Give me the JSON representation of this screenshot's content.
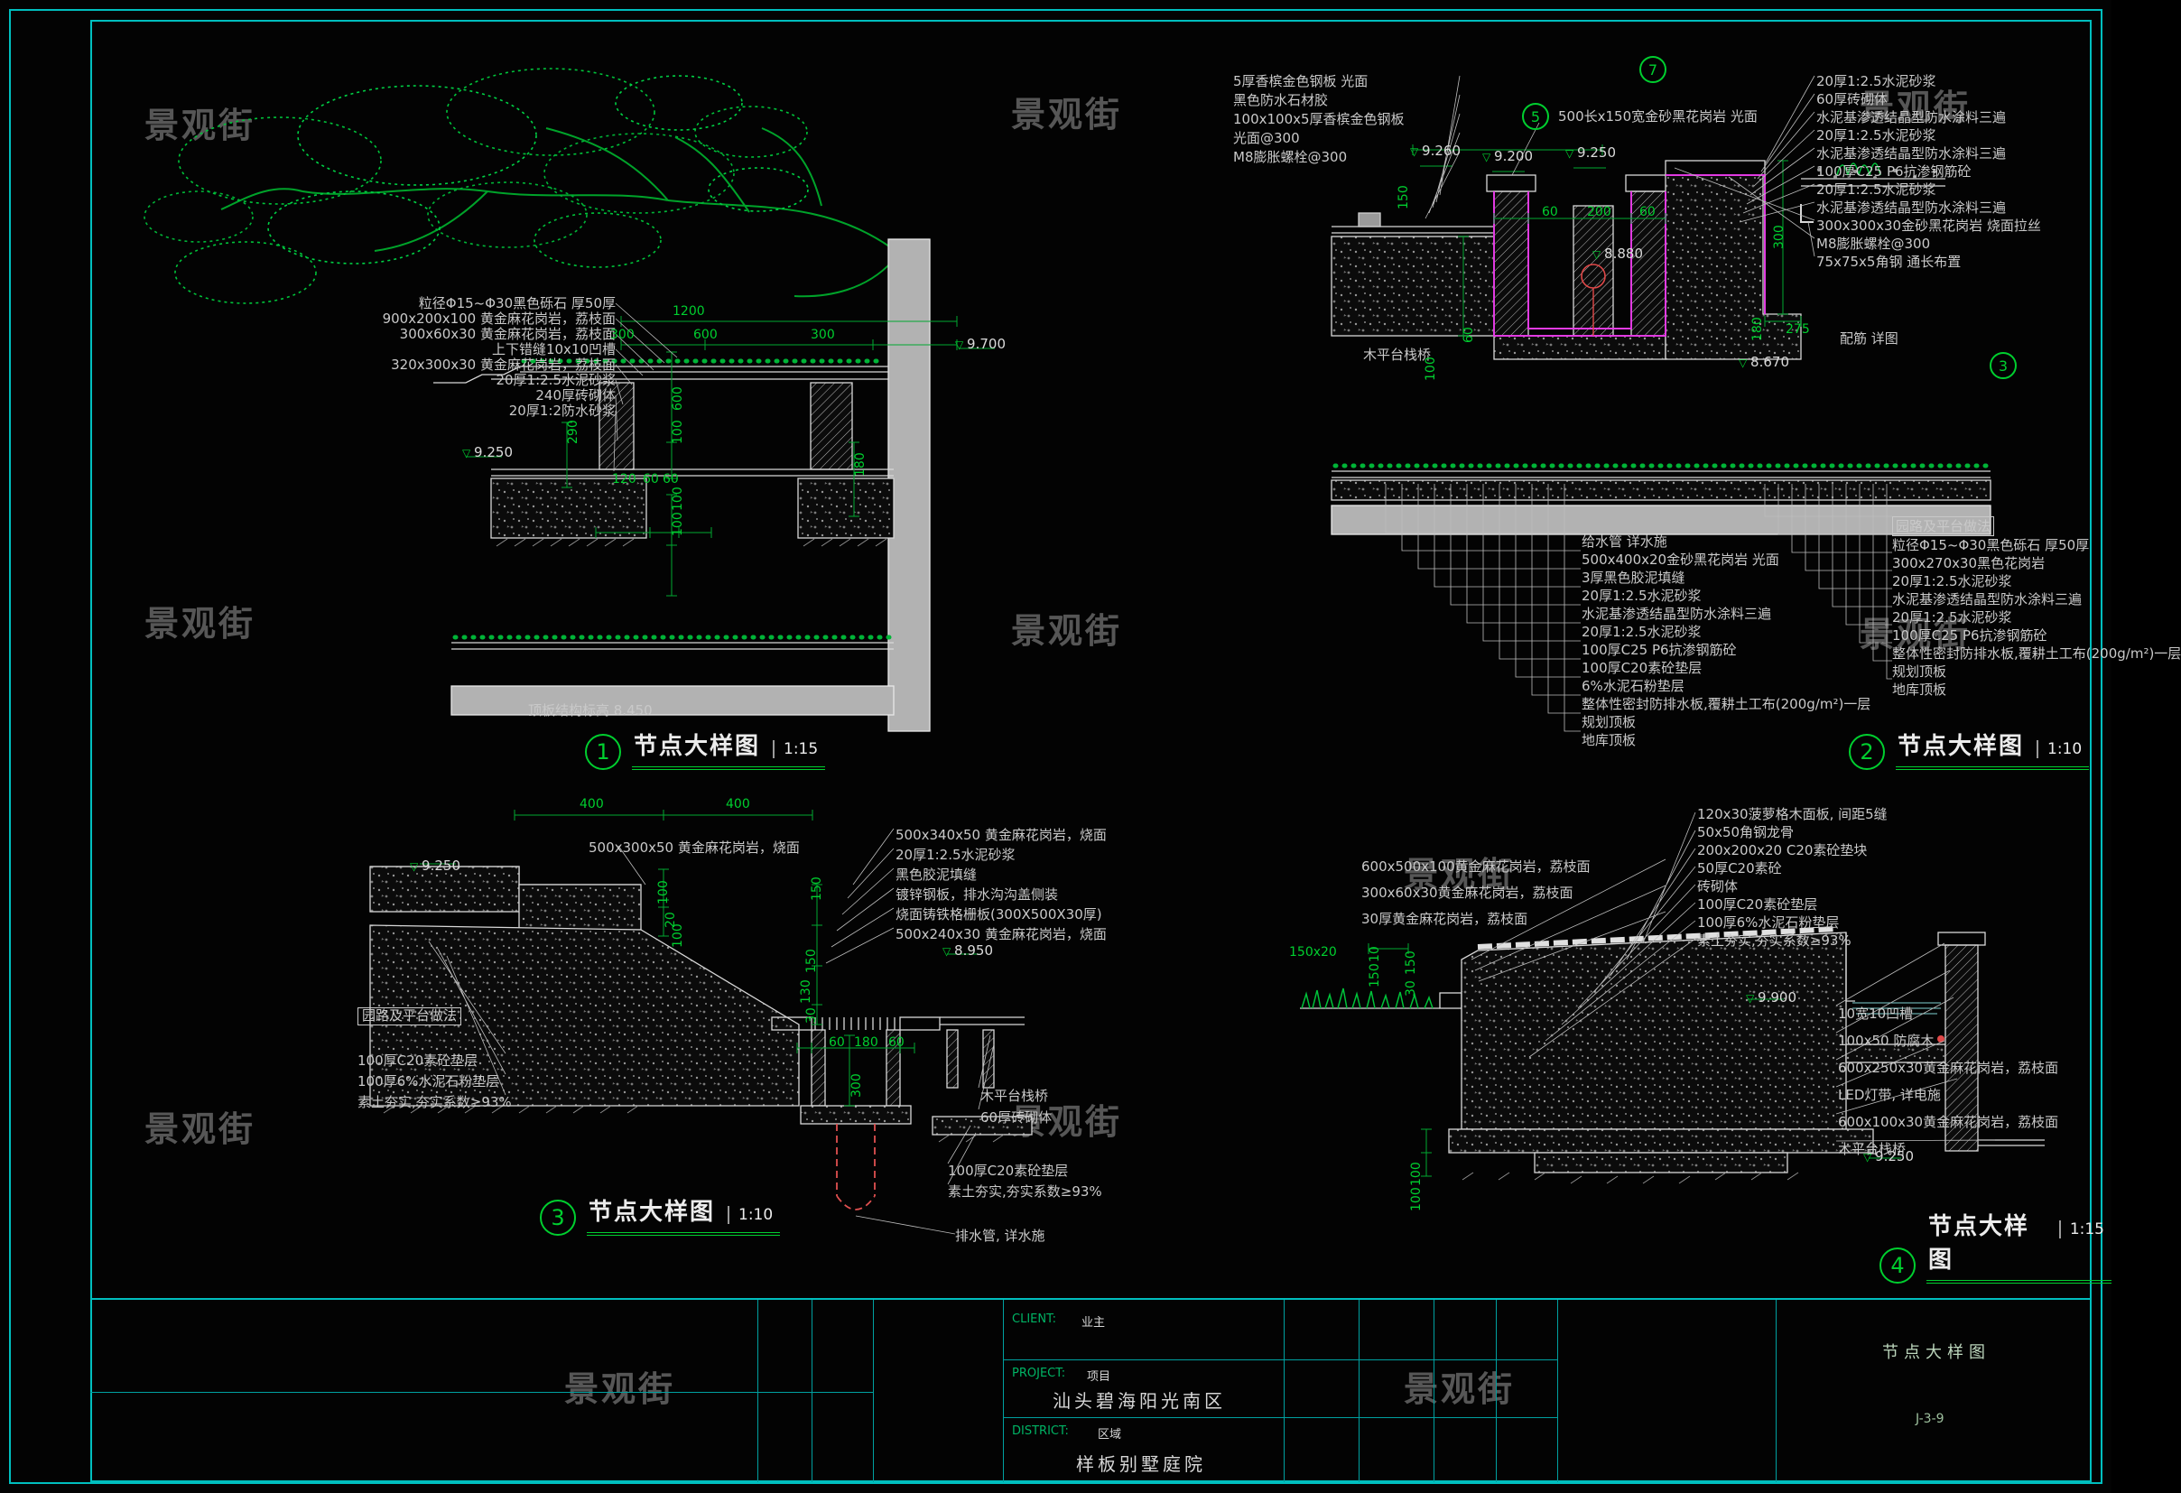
{
  "watermark": "景观街",
  "d1": {
    "title": {
      "num": "1",
      "label": "节点大样图",
      "scale": "1:15"
    },
    "notes_left": [
      "粒径Φ15~Φ30黑色砾石 厚50厚",
      "900x200x100 黄金麻花岗岩，荔枝面",
      "300x60x30 黄金麻花岗岩，荔枝面",
      "上下错缝10x10凹槽",
      "320x300x30 黄金麻花岗岩，荔枝面",
      "20厚1:2.5水泥砂浆",
      "240厚砖砌体",
      "20厚1:2防水砂浆"
    ],
    "dims": [
      "1200",
      "300",
      "600",
      "300",
      "9.700",
      "9.250",
      "600",
      "100",
      "290",
      "180",
      "120",
      "60",
      "60",
      "100",
      "100"
    ],
    "slab_note": "顶板结构标高 8.450"
  },
  "d2": {
    "title": {
      "num": "2",
      "label": "节点大样图",
      "scale": "1:10"
    },
    "notes_topleft": [
      "5厚香槟金色钢板 光面",
      "黑色防水石材胶",
      "100x100x5厚香槟金色钢板",
      "光面@300",
      "M8膨胀螺栓@300"
    ],
    "stone_note": "500长x150宽金砂黑花岗岩 光面",
    "notes_right": [
      "20厚1:2.5水泥砂浆",
      "60厚砖砌体",
      "水泥基渗透结晶型防水涂料三遍",
      "20厚1:2.5水泥砂浆",
      "水泥基渗透结晶型防水涂料三遍",
      "100厚C25 P6抗渗钢筋砼",
      "20厚1:2.5水泥砂浆",
      "水泥基渗透结晶型防水涂料三遍",
      "300x300x30金砂黑花岗岩 烧面拉丝",
      "M8膨胀螺栓@300",
      "75x75x5角钢 通长布置"
    ],
    "rebar_note": "配筋 详图",
    "notes_bottom_center": [
      "给水管 详水施",
      "500x400x20金砂黑花岗岩 光面",
      "3厚黑色胶泥填缝",
      "20厚1:2.5水泥砂浆",
      "水泥基渗透结晶型防水涂料三遍",
      "20厚1:2.5水泥砂浆",
      "100厚C25 P6抗渗钢筋砼",
      "100厚C20素砼垫层",
      "6%水泥石粉垫层",
      "整体性密封防排水板,覆耕土工布(200g/m²)一层",
      "规划顶板",
      "地库顶板"
    ],
    "notes_bottom_right": [
      "园路及平台做法",
      "粒径Φ15~Φ30黑色砾石 厚50厚",
      "300x270x30黑色花岗岩",
      "20厚1:2.5水泥砂浆",
      "水泥基渗透结晶型防水涂料三遍",
      "20厚1:2.5水泥砂浆",
      "100厚C25 P6抗渗钢筋砼",
      "整体性密封防排水板,覆耕土工布(200g/m²)一层",
      "规划顶板",
      "地库顶板"
    ],
    "wood_note": "木平台栈桥",
    "dims": [
      "9.260",
      "9.200",
      "9.250",
      "150",
      "60",
      "200",
      "60",
      "300",
      "8.880",
      "60",
      "100",
      "180",
      "275",
      "8.670"
    ],
    "bubbles": [
      "7",
      "5",
      "3"
    ]
  },
  "d3": {
    "title": {
      "num": "3",
      "label": "节点大样图",
      "scale": "1:10"
    },
    "top_note": "500x300x50 黄金麻花岗岩，烧面",
    "roadnote": "园路及平台做法",
    "notes_left": [
      "100厚C20素砼垫层",
      "100厚6%水泥石粉垫层",
      "素土夯实,夯实系数≥93%"
    ],
    "notes_right": [
      "500x340x50 黄金麻花岗岩，烧面",
      "20厚1:2.5水泥砂浆",
      "黑色胶泥填缝",
      "镀锌钢板，排水沟沟盖侧装",
      "烧面铸铁格栅板(300X500X30厚)",
      "500x240x30 黄金麻花岗岩，烧面"
    ],
    "notes_lower": [
      "木平台栈桥",
      "60厚砖砌体"
    ],
    "notes_found": [
      "100厚C20素砼垫层",
      "素土夯实,夯实系数≥93%"
    ],
    "drain_note": "排水管, 详水施",
    "dims": [
      "400",
      "400",
      "100",
      "20",
      "100",
      "150",
      "150",
      "130",
      "30",
      "60",
      "180",
      "60",
      "300"
    ],
    "elev1": "9.250",
    "elev2": "8.950"
  },
  "d4": {
    "title": {
      "num": "4",
      "label": "节点大样图",
      "scale": "1:15"
    },
    "notes_left": [
      "600x500x100黄金麻花岗岩，荔枝面",
      "300x60x30黄金麻花岗岩，荔枝面",
      "30厚黄金麻花岗岩，荔枝面"
    ],
    "notes_top": [
      "120x30菠萝格木面板, 间距5缝",
      "50x50角钢龙骨",
      "200x200x20 C20素砼垫块",
      "50厚C20素砼",
      "砖砌体",
      "100厚C20素砼垫层",
      "100厚6%水泥石粉垫层",
      "素土夯实,夯实系数≥93%"
    ],
    "notes_right": [
      "10宽10凹槽",
      "100x50 防腐木",
      "600x250x30黄金麻花岗岩，荔枝面",
      "LED灯带, 详电施",
      "600x100x30黄金麻花岗岩，荔枝面",
      "木平台栈桥"
    ],
    "dims": [
      "150x20",
      "10",
      "150",
      "150",
      "30",
      "100",
      "100"
    ],
    "elev1": "9.900",
    "elev2": "9.250"
  },
  "tb": {
    "client_label": "CLIENT:",
    "client_value": "业主",
    "project_label": "PROJECT:",
    "project_tag": "项目",
    "project_name": "汕头碧海阳光南区",
    "district_label": "DISTRICT:",
    "district_tag": "区域",
    "district_name": "样板别墅庭院",
    "sheet_title": "节点大样图",
    "sheet_no": "J-3-9"
  }
}
